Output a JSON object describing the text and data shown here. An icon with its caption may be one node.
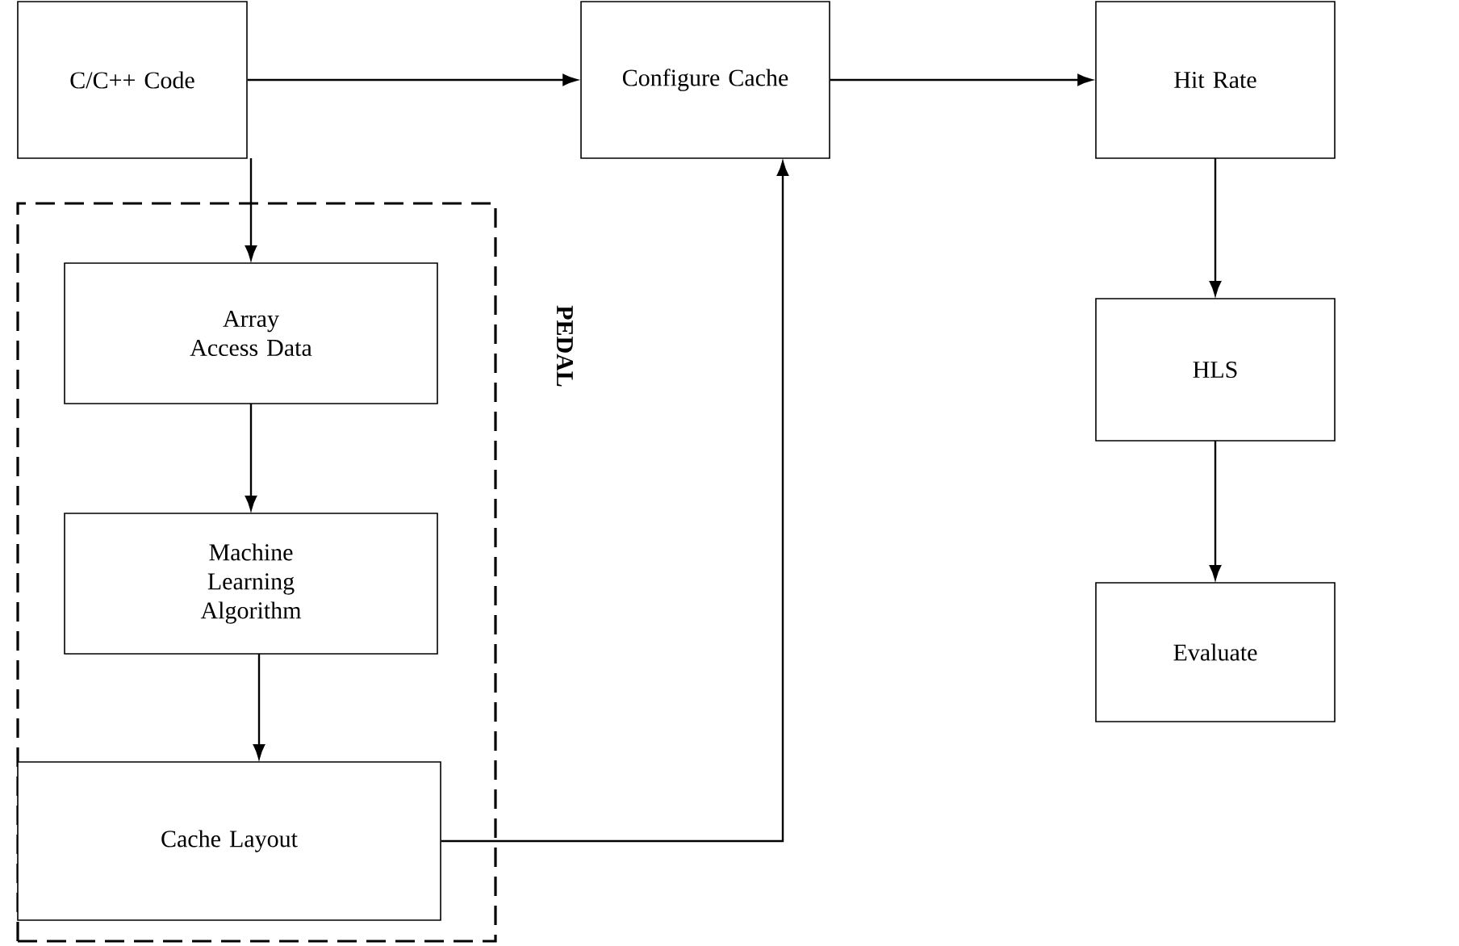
{
  "diagram": {
    "nodes": [
      {
        "text": [
          "C/C++ Code"
        ]
      },
      {
        "text": [
          "Configure Cache"
        ]
      },
      {
        "text": [
          "Hit Rate"
        ]
      },
      {
        "text": [
          "PEDAL"
        ]
      },
      {
        "text": [
          "Array Access Data"
        ],
        "in": 3
      },
      {
        "text": [
          "Machine Learning Algorithm"
        ],
        "in": 3
      },
      {
        "text": [
          "Cache Layout"
        ],
        "in": 3
      },
      {
        "text": [
          "HLS"
        ]
      },
      {
        "text": [
          "Evaluate"
        ]
      }
    ],
    "edges": [
      {
        "from": 0,
        "to": 1,
        "arrow": "to"
      },
      {
        "from": 1,
        "to": 2,
        "arrow": "to"
      },
      {
        "from": 0,
        "to": 4,
        "arrow": "to"
      },
      {
        "from": 4,
        "to": 5,
        "arrow": "to"
      },
      {
        "from": 5,
        "to": 6,
        "arrow": "to"
      },
      {
        "from": 6,
        "to": 1,
        "arrow": "to"
      },
      {
        "from": 2,
        "to": 7,
        "arrow": "to"
      },
      {
        "from": 7,
        "to": 8,
        "arrow": "to"
      }
    ]
  }
}
